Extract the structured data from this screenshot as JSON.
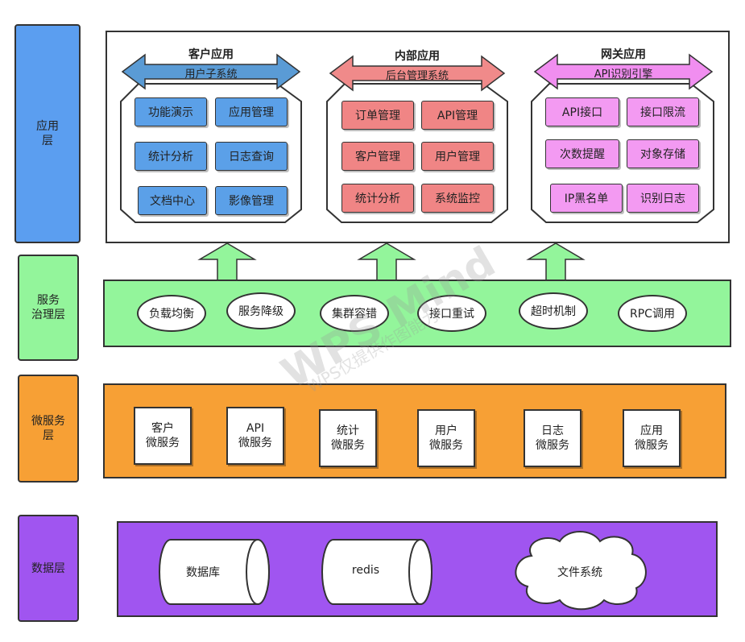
{
  "layers": {
    "app": "应用\n层",
    "governance": "服务\n治理层",
    "micro": "微服务\n层",
    "data": "数据层"
  },
  "app_groups": [
    {
      "title": "客户应用",
      "subtitle": "用户子系统",
      "color": "#5a9bd5",
      "buttons": [
        "功能演示",
        "应用管理",
        "统计分析",
        "日志查询",
        "文档中心",
        "影像管理"
      ]
    },
    {
      "title": "内部应用",
      "subtitle": "后台管理系统",
      "color": "#f08a8a",
      "buttons": [
        "订单管理",
        "API管理",
        "客户管理",
        "用户管理",
        "统计分析",
        "系统监控"
      ]
    },
    {
      "title": "网关应用",
      "subtitle": "API识别引擎",
      "color": "#f18ef0",
      "buttons": [
        "API接口",
        "接口限流",
        "次数提醒",
        "对象存储",
        "IP黑名单",
        "识别日志"
      ]
    }
  ],
  "governance_items": [
    "负载均衡",
    "服务降级",
    "集群容错",
    "接口重试",
    "超时机制",
    "RPC调用"
  ],
  "microservices": [
    "客户\n微服务",
    "API\n微服务",
    "统计\n微服务",
    "用户\n微服务",
    "日志\n微服务",
    "应用\n微服务"
  ],
  "data_stores": [
    "数据库",
    "redis",
    "文件系统"
  ],
  "watermark": {
    "main": "WPS Mind",
    "sub": "WPS仅提供作图能力"
  },
  "colors": {
    "app_layer": "#5b9ef0",
    "governance": "#93f59b",
    "micro": "#f7a035",
    "data": "#a055f0",
    "blue_btn": "#5ba0e8",
    "red_btn": "#f08585",
    "pink_btn": "#f39af2"
  }
}
